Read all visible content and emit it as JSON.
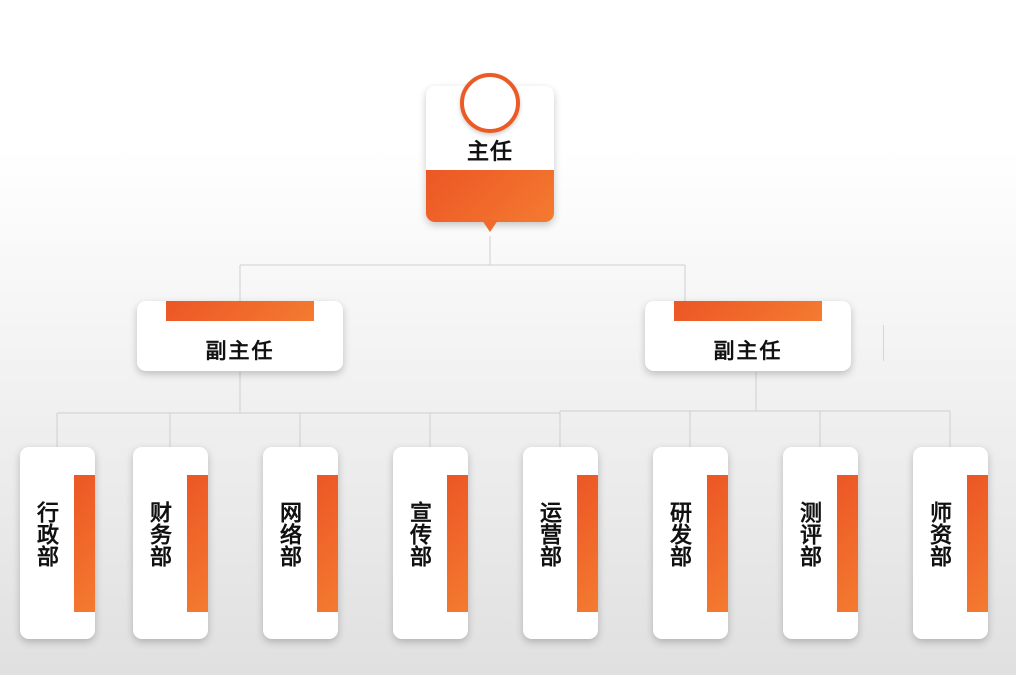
{
  "top": {
    "title": "主任"
  },
  "deputies": [
    {
      "title": "副主任"
    },
    {
      "title": "副主任"
    }
  ],
  "departments": [
    {
      "name": "行政部"
    },
    {
      "name": "财务部"
    },
    {
      "name": "网络部"
    },
    {
      "name": "宣传部"
    },
    {
      "name": "运营部"
    },
    {
      "name": "研发部"
    },
    {
      "name": "测评部"
    },
    {
      "name": "师资部"
    }
  ],
  "colors": {
    "accent": "#ec5625",
    "accent_end": "#f47b30",
    "line": "#cfcfcf"
  }
}
